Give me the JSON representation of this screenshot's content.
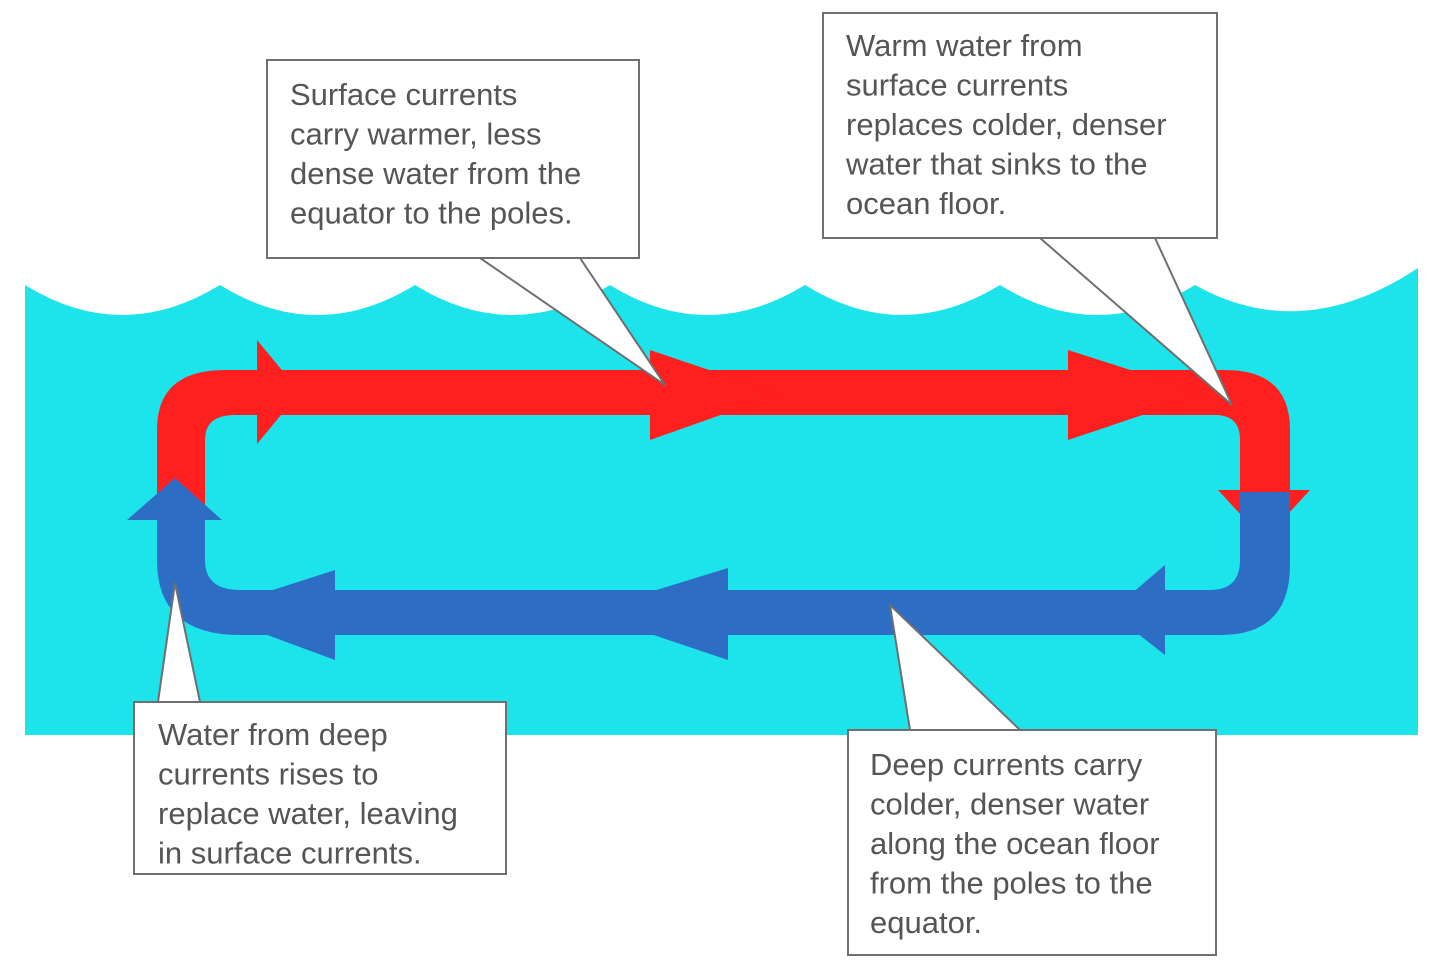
{
  "colors": {
    "water": "#1de3eb",
    "surface_current": "#ff1f1f",
    "deep_current": "#2e6dc4",
    "callout_fill": "#ffffff",
    "callout_stroke": "#6f6f6f",
    "callout_text": "#555555"
  },
  "callouts": {
    "surface": {
      "lines": [
        "Surface currents",
        "carry warmer, less",
        "dense water from the",
        "equator to the poles."
      ]
    },
    "sinking": {
      "lines": [
        "Warm water from",
        "surface currents",
        "replaces colder, denser",
        "water that sinks to the",
        "ocean floor."
      ]
    },
    "upwelling": {
      "lines": [
        "Water from deep",
        "currents rises to",
        "replace water, leaving",
        "in surface currents."
      ]
    },
    "deep": {
      "lines": [
        "Deep currents carry",
        "colder, denser water",
        "along the ocean floor",
        "from the poles to the",
        "equator."
      ]
    }
  }
}
